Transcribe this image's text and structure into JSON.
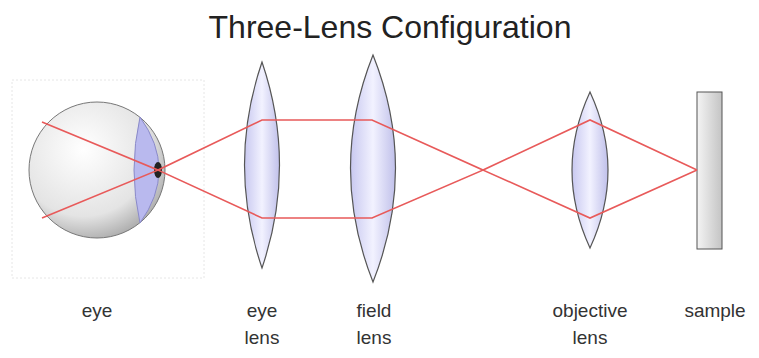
{
  "diagram": {
    "title": "Three-Lens Configuration",
    "labels": [
      "eye",
      "eye lens",
      "field lens",
      "objective lens",
      "sample"
    ]
  }
}
